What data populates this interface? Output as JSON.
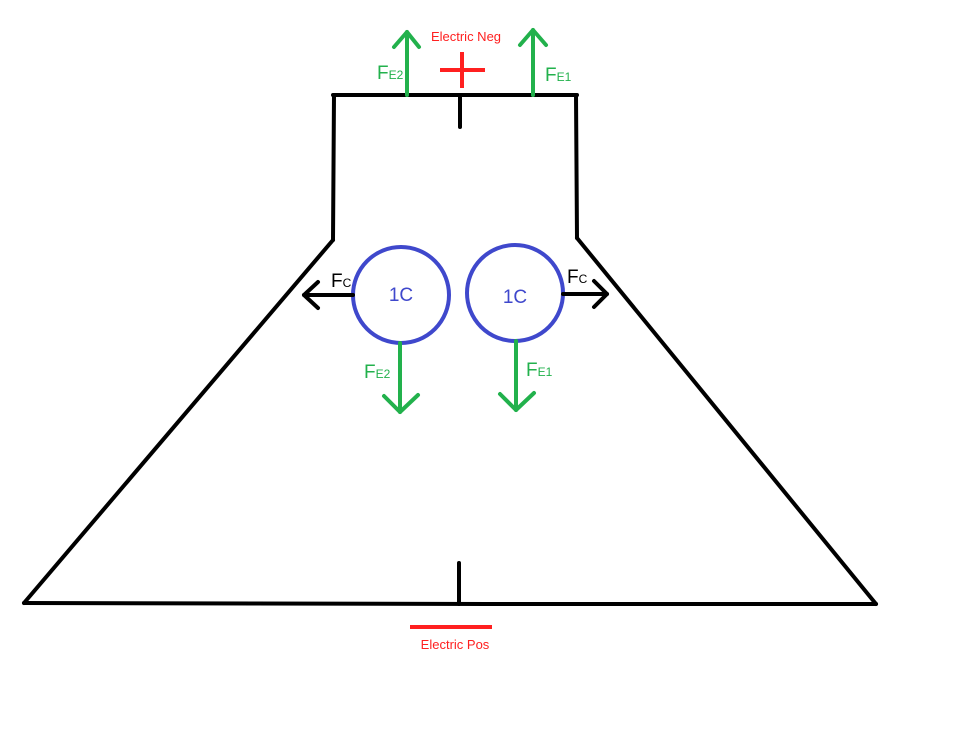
{
  "colors": {
    "frame": "#000000",
    "electric": "#ff2020",
    "force_electric": "#22b14c",
    "force_coulomb": "#000000",
    "charge": "#3f48cc"
  },
  "labels": {
    "electric_neg": "Electric Neg",
    "electric_pos": "Electric Pos"
  },
  "forces": {
    "fe2": {
      "main": "F",
      "sub": "E2"
    },
    "fe1": {
      "main": "F",
      "sub": "E1"
    },
    "fc": {
      "main": "F",
      "sub": "C"
    }
  },
  "charges": {
    "left": "1C",
    "right": "1C"
  }
}
